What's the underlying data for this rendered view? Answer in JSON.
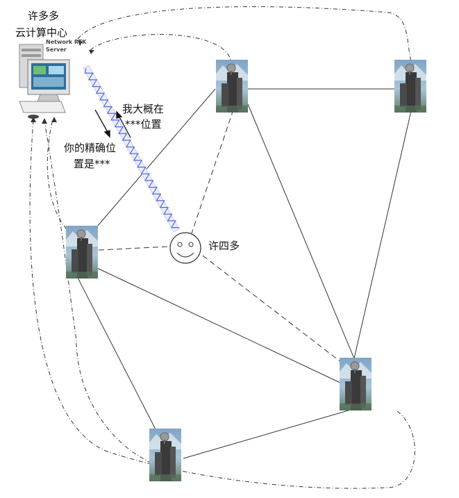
{
  "server": {
    "title_line1": "许多多",
    "title_line2": "云计算中心",
    "label_line1": "Network RTK",
    "label_line2": "Server"
  },
  "messages": {
    "approx_line1": "我大概在",
    "approx_line2": "***位置",
    "precise_line1": "你的精确位",
    "precise_line2": "置是***"
  },
  "user": {
    "label": "许四多"
  },
  "colors": {
    "line": "#333333",
    "wave": "#5566dd",
    "station_sky": "#86a8c4",
    "station_body": "#3b3b3b"
  }
}
